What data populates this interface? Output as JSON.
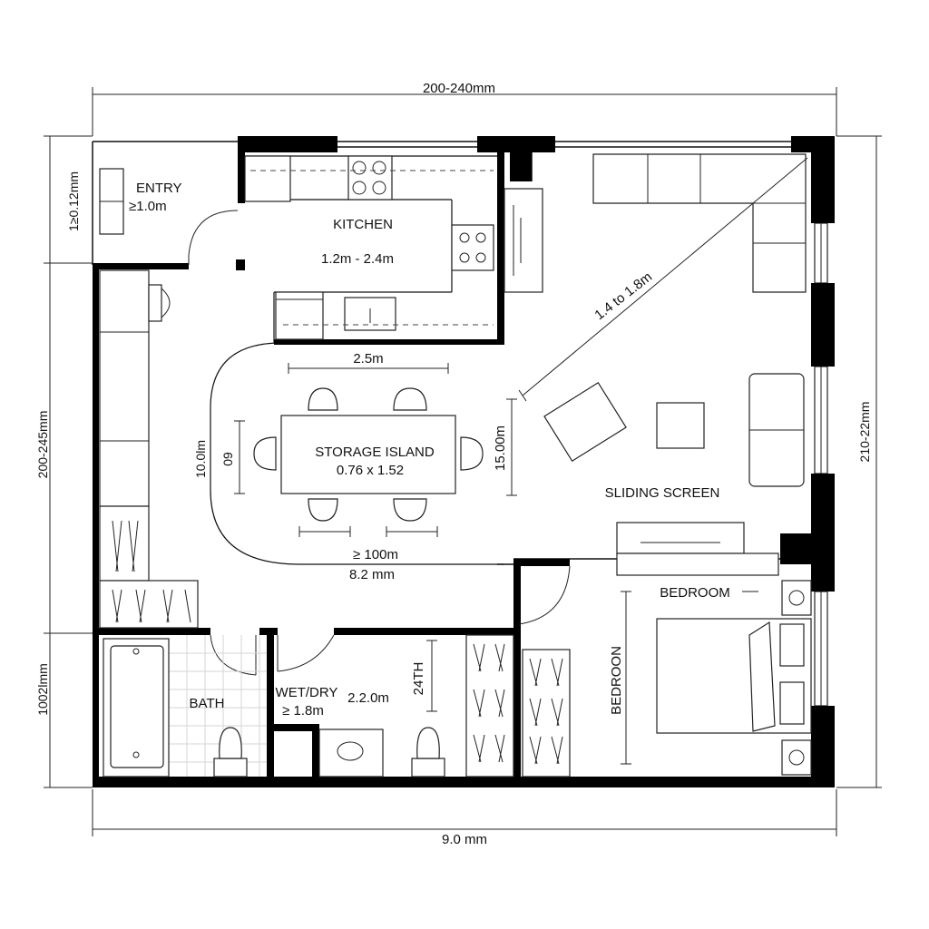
{
  "dimensions": {
    "top": "200-240mm",
    "bottom": "9.0 mm",
    "left_upper": "1≥0.12mm",
    "left_middle": "200-245mm",
    "left_lower": "1002lmm",
    "right": "210-22mm"
  },
  "rooms": {
    "entry": {
      "name": "ENTRY",
      "dim": "≥1.0m"
    },
    "kitchen": {
      "name": "KITCHEN",
      "dim": "1.2m - 2.4m"
    },
    "island": {
      "name": "STORAGE ISLAND",
      "size": "0.76 x 1.52",
      "width_dim": "2.5m",
      "left_dim": "10.0lm",
      "left_inner": "09",
      "right_dim": "15.00m",
      "clearance": "≥ 100m",
      "bottom_dim": "8.2 mm"
    },
    "living": {
      "diagonal": "1.4 to 1.8m",
      "screen": "SLIDING SCREEN"
    },
    "bedroom": {
      "name": "BEDROOM",
      "vertical": "BEDROON"
    },
    "bath": {
      "name": "BATH"
    },
    "wetdry": {
      "name": "WET/DRY",
      "dim": "≥ 1.8m",
      "dim2": "2.2.0m",
      "vertical": "24TH"
    }
  }
}
